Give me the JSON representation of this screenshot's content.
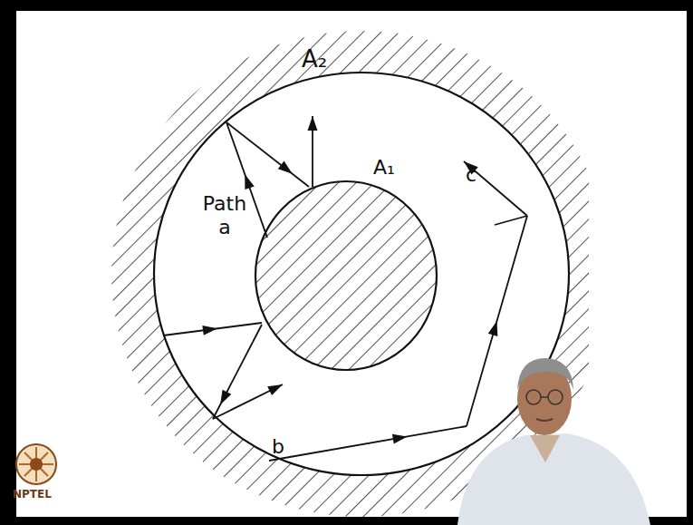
{
  "diagram": {
    "labels": [
      "A₂",
      "A₁",
      "Path a",
      "b",
      "c",
      "NPTEL"
    ]
  }
}
